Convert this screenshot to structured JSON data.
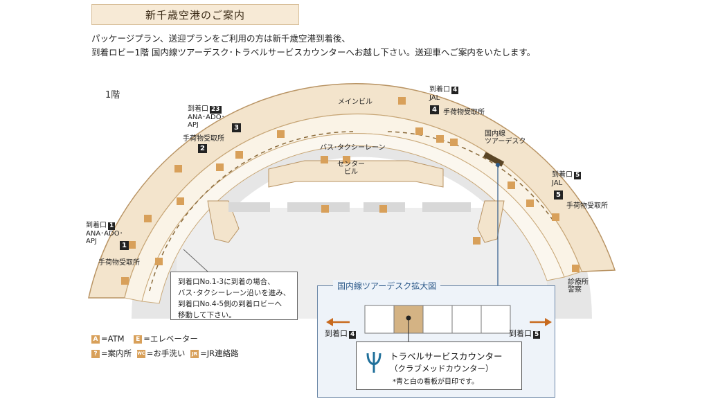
{
  "title": "新千歳空港のご案内",
  "intro": {
    "line1": "パッケージプラン、送迎プランをご利用の方は新千歳空港到着後、",
    "line2": "到着ロビー1階 国内線ツアーデスク･トラベルサービスカウンターへお越し下さい。送迎車へご案内をいたします。"
  },
  "floor": "1階",
  "labels": {
    "main_building": "メインビル",
    "bus_taxi_lane": "バス･タクシーレーン",
    "center_building_1": "センター",
    "center_building_2": "ビル",
    "tour_desk_1": "国内線",
    "tour_desk_2": "ツアーデスク",
    "clinic": "診療所",
    "police": "警察"
  },
  "arrivals": [
    {
      "gate_label": "到着口",
      "gate_num": "1",
      "airline_1": "ANA･ADO･",
      "airline_2": "APJ",
      "baggage": "手荷物受取所",
      "badge": "1"
    },
    {
      "gate_label": "到着口",
      "gate_num": "2",
      "badge": "2",
      "baggage": "手荷物受取所"
    },
    {
      "gate_label": "到着口",
      "gate_num": "23",
      "airline_1": "ANA･ADO･",
      "airline_2": "APJ",
      "badge": "3"
    },
    {
      "gate_label": "到着口",
      "gate_num": "4",
      "airline_1": "JAL",
      "baggage": "手荷物受取所",
      "badge": "4"
    },
    {
      "gate_label": "到着口",
      "gate_num": "5",
      "airline_1": "JAL",
      "baggage": "手荷物受取所",
      "badge": "5"
    }
  ],
  "note": {
    "line1": "到着口No.1-3に到着の場合、",
    "line2": "バス･タクシーレーン沿いを進み、",
    "line3": "到着口No.4-5側の到着ロビーへ",
    "line4": "移動して下さい。"
  },
  "legend": {
    "atm_icon": "A",
    "atm": "=ATM",
    "elevator_icon": "E",
    "elevator": "=エレベーター",
    "info_icon": "?",
    "info": "=案内所",
    "wc_icon": "WC",
    "wc": "=お手洗い",
    "jr_icon": "JR",
    "jr": "=JR連絡路"
  },
  "detail": {
    "title": "国内線ツアーデスク拡大図",
    "left_gate": "到着口",
    "left_num": "4",
    "right_gate": "到着口",
    "right_num": "5",
    "counter_name": "トラベルサービスカウンター",
    "counter_sub": "（クラブメッドカウンター）",
    "counter_note": "*青と白の看板が目印です。"
  },
  "colors": {
    "terminal": "#f3e4cc",
    "terminal_outline": "#b99464",
    "gray": "#e6e6e6",
    "icon": "#d8a05a",
    "accent_blue": "#2d5a8a"
  },
  "icons": [
    "trident-logo-icon",
    "arrow-left-icon",
    "arrow-right-icon"
  ]
}
